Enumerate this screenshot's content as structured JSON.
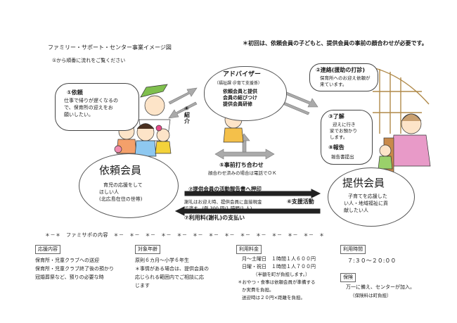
{
  "header": {
    "title": "ファミリー・サポート・センター事業イメージ図",
    "subtitle": "①から順番に流れをご覧ください",
    "note": "＊初回は、依頼会員の子どもと、提供会員の事前の顔合わせが必要です。"
  },
  "flow": {
    "step1_title": "①依頼",
    "step1_text": [
      "仕事で帰りが遅くなるの",
      "で、保育所の迎えをお",
      "願いしたい。"
    ],
    "step2_title": "②連絡(援助の打診)",
    "step2_text": [
      "保育所へのお迎え依頼が",
      "来ています。"
    ],
    "step3_title": "③了解",
    "step3_text": [
      "迎えに行き",
      "家でお預かり",
      "します。"
    ],
    "step4_label": "④紹介",
    "step5_label": "⑤事前打ち合わせ",
    "step5_sub": "顔合わせ済みの場合は電話でＯＫ",
    "step6_label": "⑥支援活動",
    "step7a_label": "⑦提供会員の活動報告書へ押印",
    "step7a_text": [
      "謝礼はお迎え時、提供会員に直接現金",
      "で渡す。(例 300 円/1 時間/1 人)"
    ],
    "step7b_label": "⑦利用料(謝礼)の支払い",
    "step8_title": "⑧報告",
    "step8_sub": "報告書提出"
  },
  "advisor": {
    "title": "アドバイザー",
    "sub": "（福祉課 ＠育て支援係）",
    "text": [
      "依頼会員と提供",
      "会員の結びつけ",
      "提供会員研修"
    ]
  },
  "requester": {
    "title": "依頼会員",
    "text": [
      "育児の応援をして",
      "ほしい人",
      "(北広島在住の世帯)"
    ]
  },
  "provider": {
    "title": "提供会員",
    "text": [
      "子育てを応援した",
      "い人・地域福祉に貢",
      "献したい人"
    ]
  },
  "info": {
    "heading": "＊－＊　ファミサポの内容　＊－　＊－　＊－　＊－　＊－　＊－　＊－　＊－　＊－　＊－　＊－　＊－　＊－　＊",
    "support": {
      "label": "応援内容",
      "lines": [
        "保育所・児童クラブへの送迎",
        "保育所・児童クラブ終了後の預かり",
        "冠婚葬祭など、預りの必要な時"
      ]
    },
    "age": {
      "label": "対象年齢",
      "lines": [
        "原則６カ月～小学６年生",
        "＊事情がある場合は、提供会員の",
        "応じられる範囲内でご相談に応",
        "じます"
      ]
    },
    "fee": {
      "label": "利用料金",
      "lines": [
        "月～土曜日　１時間１人６００円",
        "日曜・祝日　１時間１人７００円",
        "（半額を町が負担します。）",
        "＊おやつ・食事は依頼会員が準備する",
        "か実費を負担。",
        "送迎時は２０円×距離を負担。"
      ]
    },
    "time": {
      "label": "利用時間",
      "value": "７:３０～２０:００"
    },
    "insurance": {
      "label": "保険",
      "lines": [
        "万一に備え、センターが加入。",
        "（保険料は町負担）"
      ]
    }
  },
  "colors": {
    "arrow": "#999999",
    "dark_arrow": "#222222"
  }
}
